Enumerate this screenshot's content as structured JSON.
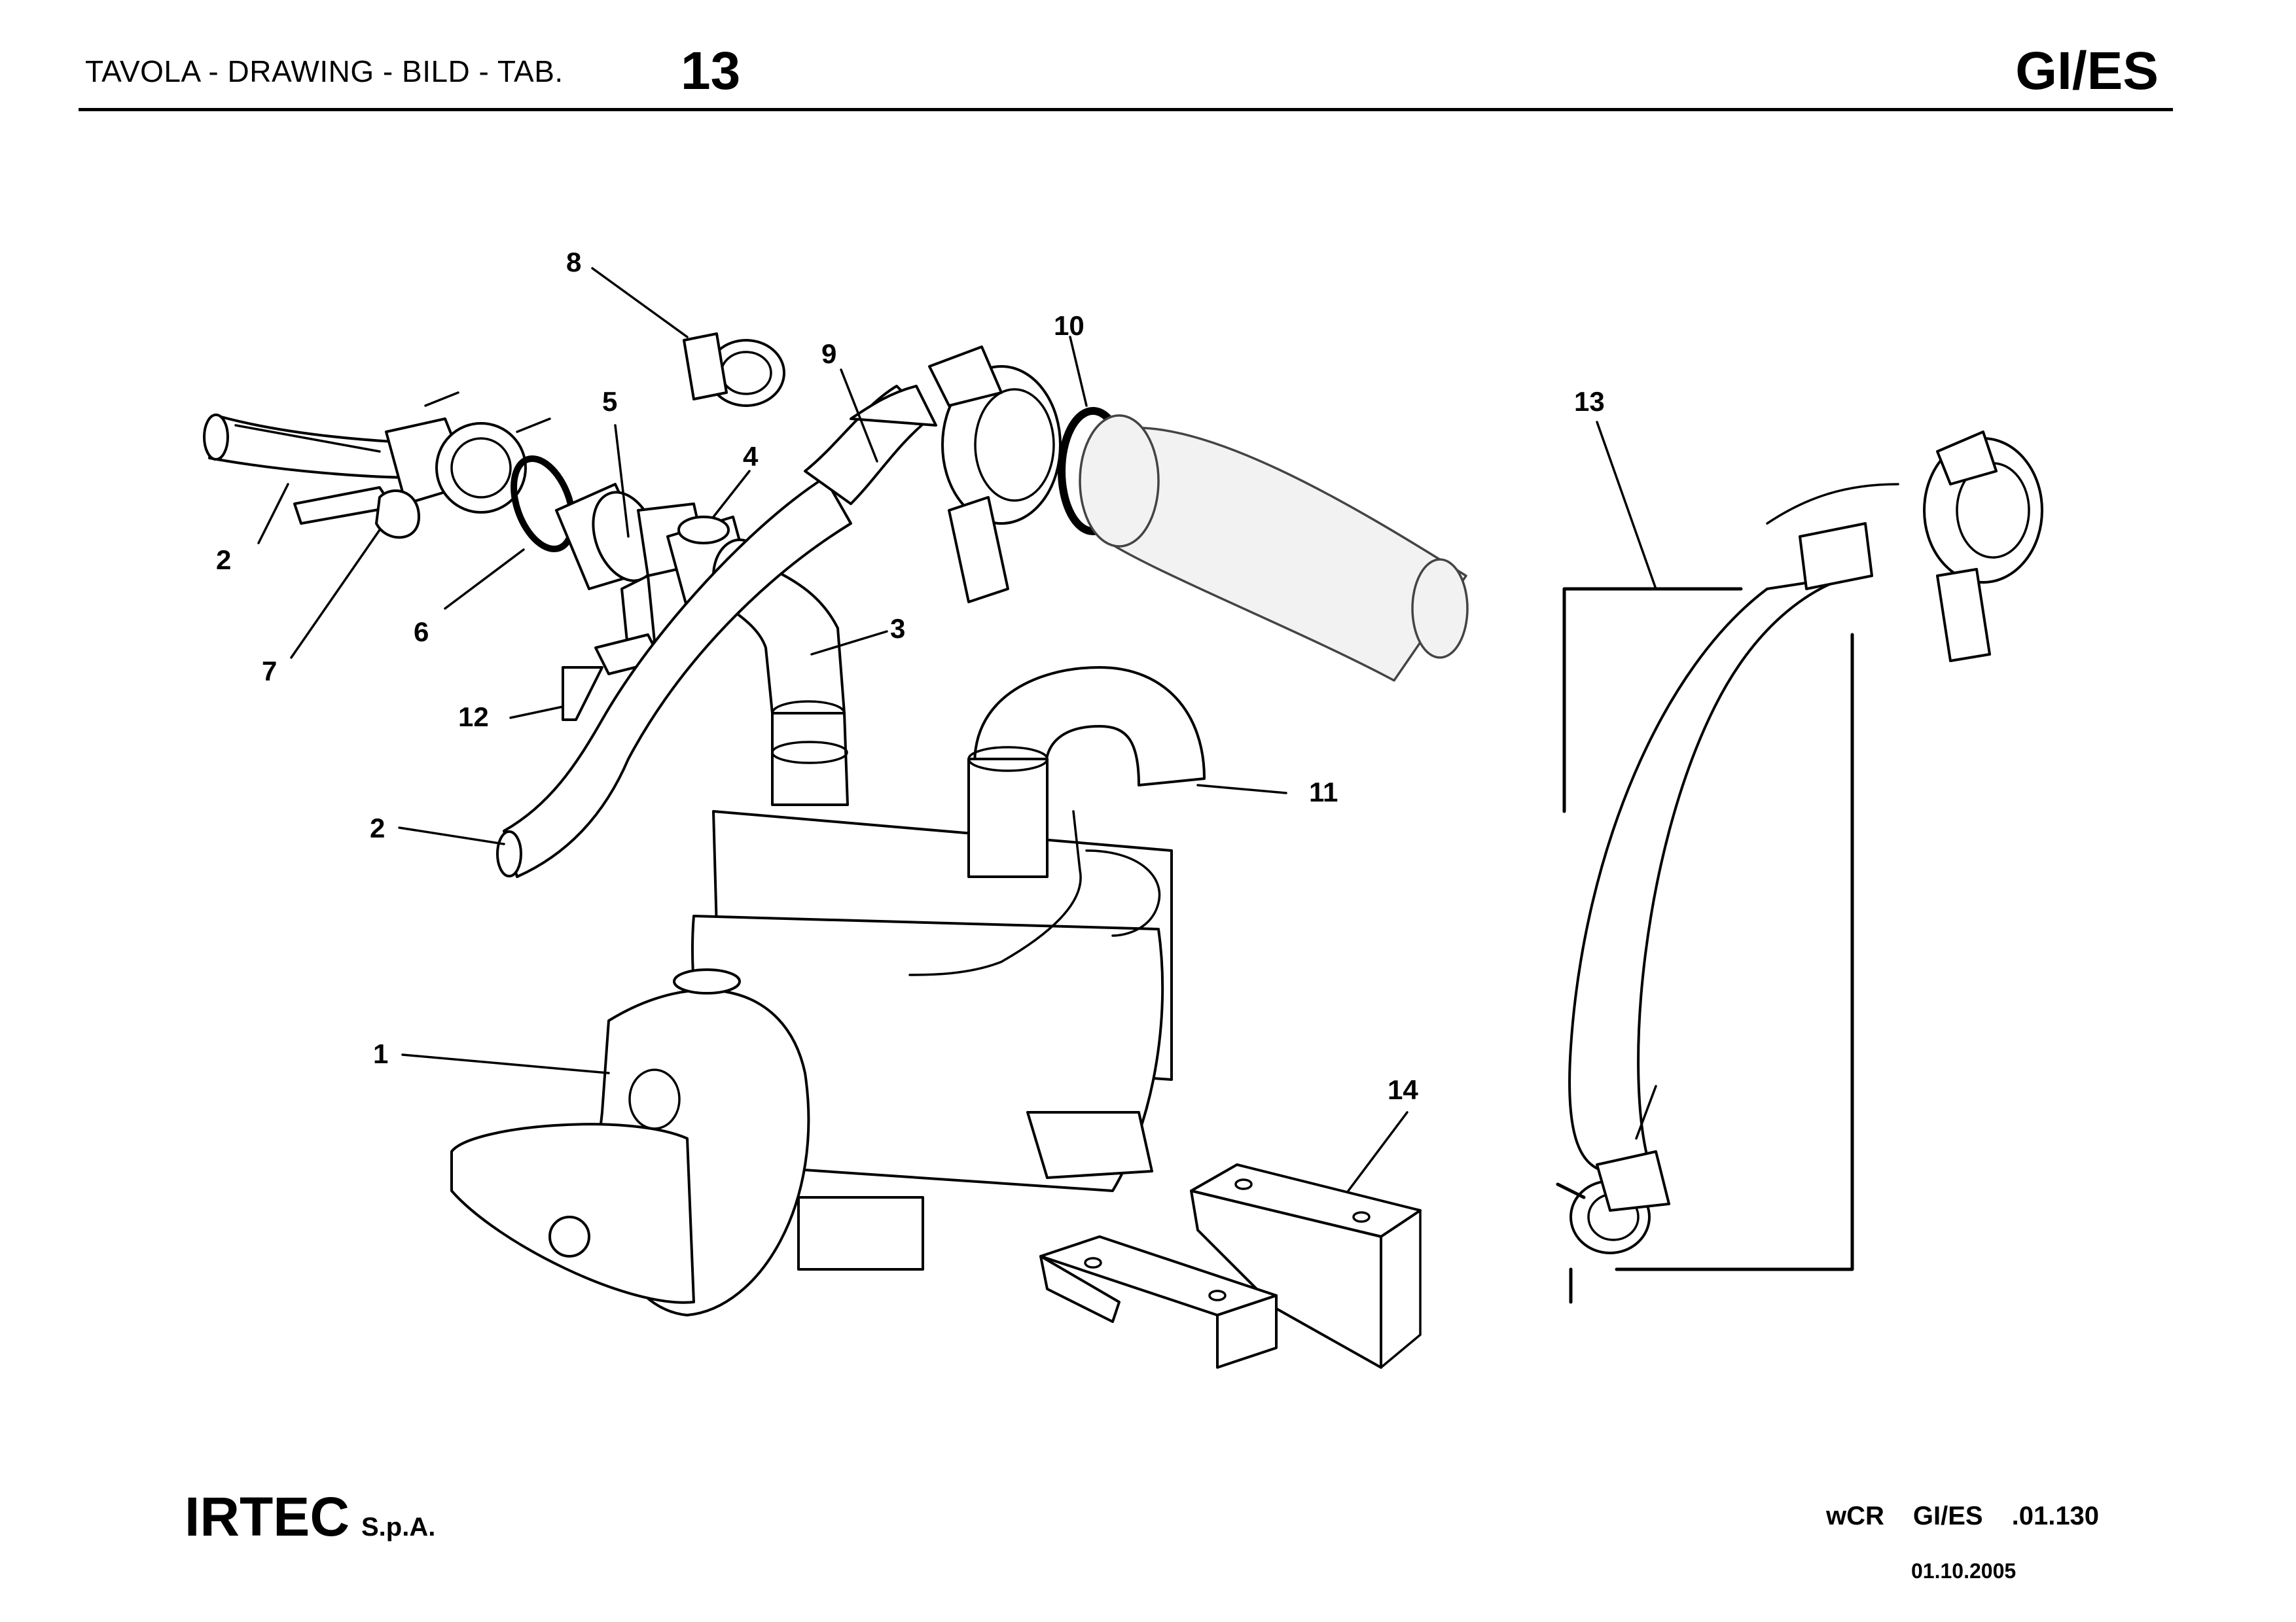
{
  "header": {
    "left_title": "TAVOLA - DRAWING - BILD - TAB.",
    "table_number": "13",
    "model": "GI/ES"
  },
  "footer": {
    "company": "IRTEC",
    "company_suffix": "S.p.A.",
    "code_parts": [
      "wCR",
      "GI/ES",
      ".01.130"
    ],
    "date": "01.10.2005"
  },
  "callouts": [
    "1",
    "2",
    "2",
    "3",
    "4",
    "5",
    "6",
    "7",
    "8",
    "9",
    "10",
    "11",
    "12",
    "13",
    "14"
  ]
}
